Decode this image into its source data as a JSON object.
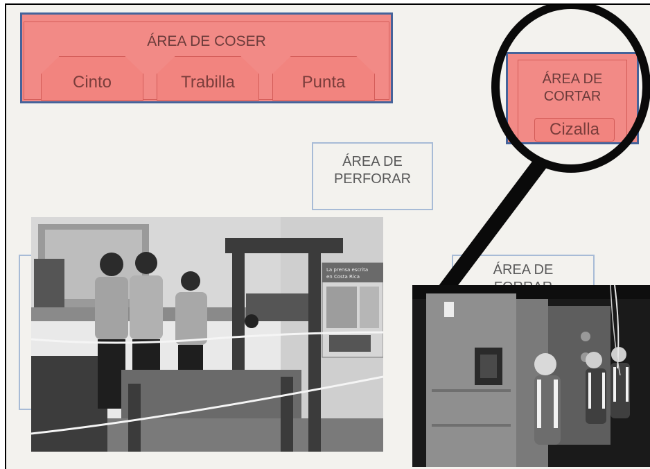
{
  "sewing_area": {
    "title": "ÁREA DE COSER",
    "tools": [
      "Cinto",
      "Trabilla",
      "Punta"
    ]
  },
  "cutting_area": {
    "title_line1": "ÁREA DE",
    "title_line2": "CORTAR",
    "tool": "Cizalla"
  },
  "perforating_area": {
    "title_line1": "ÁREA DE",
    "title_line2": "PERFORAR"
  },
  "lining_area": {
    "title_line1": "ÁREA DE",
    "title_line2": "FORRAR"
  },
  "poster_text": {
    "line1": "La prensa escrita",
    "line2": "en Costa Rica"
  },
  "colors": {
    "area_fill": "#f28a86",
    "area_border": "#45639a",
    "outline_border": "#a7bbd6",
    "magnifier": "#0a0a0a"
  }
}
